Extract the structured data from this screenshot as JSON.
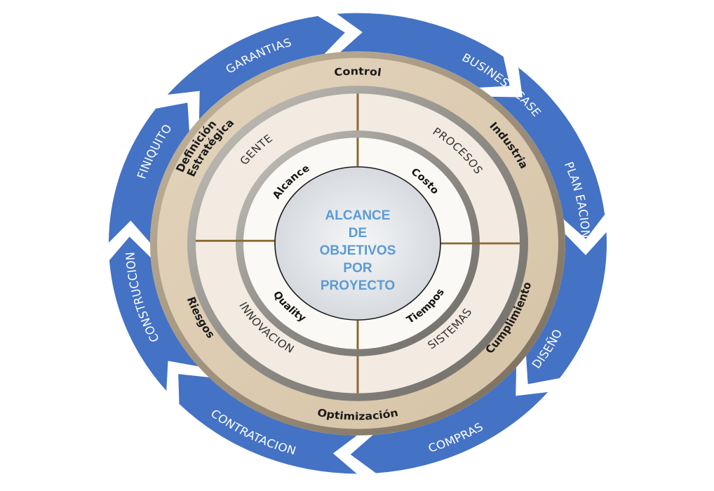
{
  "center": {
    "lines": [
      "ALCANCE",
      "DE",
      "OBJETIVOS",
      "POR",
      "PROYECTO"
    ],
    "text_color": "#5b9bd5"
  },
  "inner_ring": {
    "items": [
      "Alcance",
      "Costo",
      "Tiempos",
      "Quality"
    ]
  },
  "quadrant_ring": {
    "items": [
      "GENTE",
      "PROCESOS",
      "SISTEMAS",
      "INNOVACION"
    ]
  },
  "rim_ring": {
    "items": [
      "Control",
      "Industria",
      "Cumplimiento",
      "Optimización",
      "Riesgos",
      "Definición",
      "Estratégica"
    ]
  },
  "phase_cycle": {
    "color": "#4472c4",
    "phases": [
      "BUSINESS CASE",
      "PLAN EACION",
      "DISEÑO",
      "COMPRAS",
      "CONTRATACION",
      "CONSTRUCCION",
      "FINIQUITO",
      "GARANTIAS"
    ]
  },
  "colors": {
    "tan": "#dccbb0",
    "tan_dark": "#8a7d6a",
    "beige": "#f4ece2",
    "gray_band": "#9a9894",
    "divider": "#8b6a30",
    "center_fill": "#e3e6ea"
  }
}
